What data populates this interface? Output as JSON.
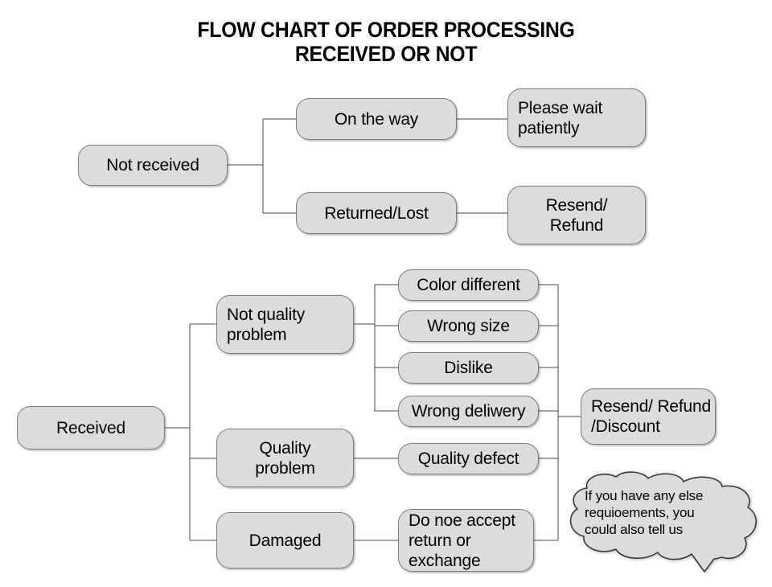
{
  "title": "FLOW CHART OF ORDER PROCESSING\nRECEIVED OR NOT",
  "colors": {
    "node_fill": "#dcdcdc",
    "node_border": "#7a7a7a",
    "line": "#4a4a4a",
    "background": "#ffffff",
    "text": "#000000"
  },
  "nodes": {
    "not_received": "Not received",
    "on_the_way": "On the way",
    "returned_lost": "Returned/Lost",
    "please_wait": "Please wait\npatiently",
    "resend_refund": "Resend/\nRefund",
    "received": "Received",
    "not_quality_problem": "Not quality\nproblem",
    "quality_problem": "Quality\nproblem",
    "damaged": "Damaged",
    "color_different": "Color different",
    "wrong_size": "Wrong size",
    "dislike": "Dislike",
    "wrong_deliwery": "Wrong deliwery",
    "quality_defect": "Quality defect",
    "do_noe_accept": "Do noe accept\nreturn or\nexchange",
    "resend_refund_discount": "Resend/ Refund\n/Discount"
  },
  "callout": {
    "text": "If you have any else\nrequioements, you\ncould also tell us"
  },
  "chart_data": {
    "type": "flowchart",
    "title": "FLOW CHART OF ORDER PROCESSING RECEIVED OR NOT",
    "branches": [
      {
        "root": "Not received",
        "children": [
          {
            "label": "On the way",
            "outcome": "Please wait patiently"
          },
          {
            "label": "Returned/Lost",
            "outcome": "Resend/ Refund"
          }
        ]
      },
      {
        "root": "Received",
        "children": [
          {
            "label": "Not quality problem",
            "reasons": [
              "Color different",
              "Wrong size",
              "Dislike",
              "Wrong deliwery"
            ],
            "outcome": "Resend/ Refund /Discount"
          },
          {
            "label": "Quality problem",
            "reasons": [
              "Quality defect"
            ],
            "outcome": "Resend/ Refund /Discount"
          },
          {
            "label": "Damaged",
            "reasons": [
              "Do noe accept return or exchange"
            ],
            "outcome": "Resend/ Refund /Discount"
          }
        ]
      }
    ],
    "note": "If you have any else requioements, you could also tell us"
  }
}
